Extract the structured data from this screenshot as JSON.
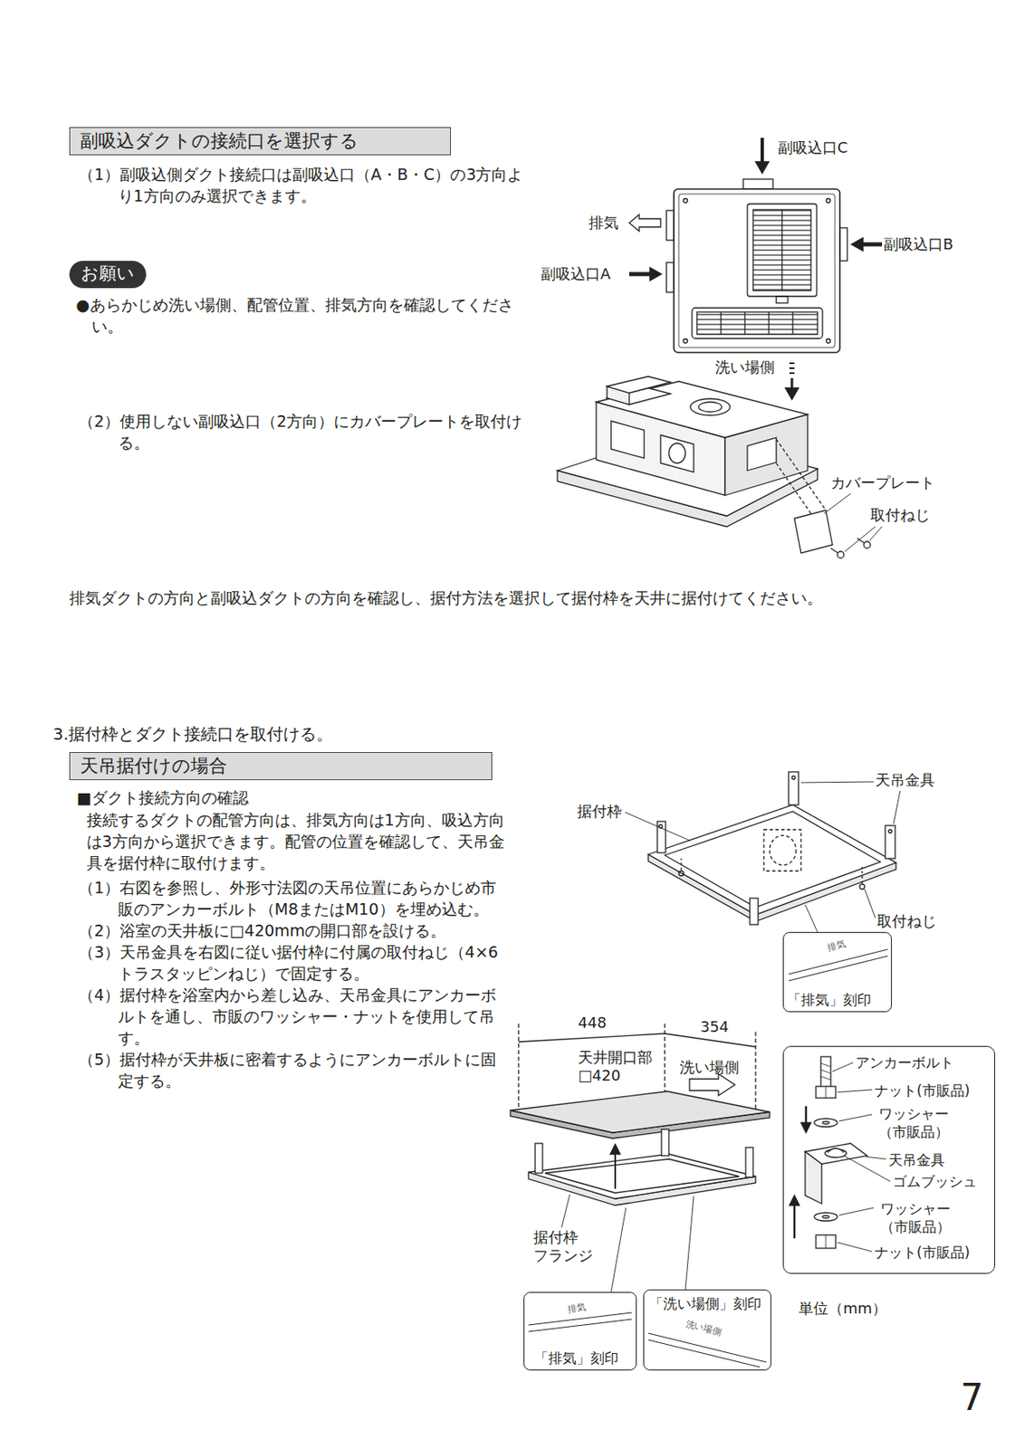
{
  "diagram": {
    "nodes": [
      {
        "text": [
          "副吸込ダクトの接続口を選択する"
        ]
      },
      {
        "text": [
          "お願い"
        ]
      },
      {
        "text": [
          "天吊据付けの場合"
        ]
      },
      {
        "text": [
          "排気",
          "「排気」刻印"
        ]
      },
      {
        "text": [
          "アンカーボルト",
          "ナット(市販品)",
          "ワッシャー （市販品）",
          "天吊金具",
          "ゴムブッシュ",
          "ワッシャー （市販品）",
          "ナット(市販品)"
        ]
      },
      {
        "text": [
          "排気",
          "「排気」刻印"
        ]
      },
      {
        "text": [
          "「洗い場側」刻印",
          "洗い場側"
        ]
      }
    ],
    "labels": [
      "（1）副吸込側ダクト接続口は副吸込口（A・B・C）の3方向より1方向のみ選択できます。",
      "●あらかじめ洗い場側、配管位置、排気方向を確認してください。",
      "（2）使用しない副吸込口（2方向）にカバープレートを取付ける。",
      "副吸込口C",
      "排気",
      "副吸込口B",
      "副吸込口A",
      "洗い場側",
      "カバープレート",
      "取付ねじ",
      "排気ダクトの方向と副吸込ダクトの方向を確認し、据付方法を選択して据付枠を天井に据付けてください。",
      "3.据付枠とダクト接続口を取付ける。",
      "■ダクト接続方向の確認",
      "接続するダクトの配管方向は、排気方向は1方向、吸込方向は3方向から選択できます。配管の位置を確認して、天吊金具を据付枠に取付けます。",
      "（1）右図を参照し、外形寸法図の天吊位置にあらかじめ市販のアンカーボルト（M8またはM10）を埋め込む。",
      "（2）浴室の天井板に□420mmの開口部を設ける。",
      "（3）天吊金具を右図に従い据付枠に付属の取付ねじ（4×6 トラスタッピンねじ）で固定する。",
      "（4）据付枠を浴室内から差し込み、天吊金具にアンカーボルトを通し、市販のワッシャー・ナットを使用して吊す。",
      "（5）据付枠が天井板に密着するようにアンカーボルトに固定する。",
      "天吊金具",
      "据付枠",
      "取付ねじ",
      "448",
      "354",
      "天井開口部 □420",
      "洗い場側",
      "据付枠 フランジ",
      "単位（mm）",
      "7"
    ]
  }
}
